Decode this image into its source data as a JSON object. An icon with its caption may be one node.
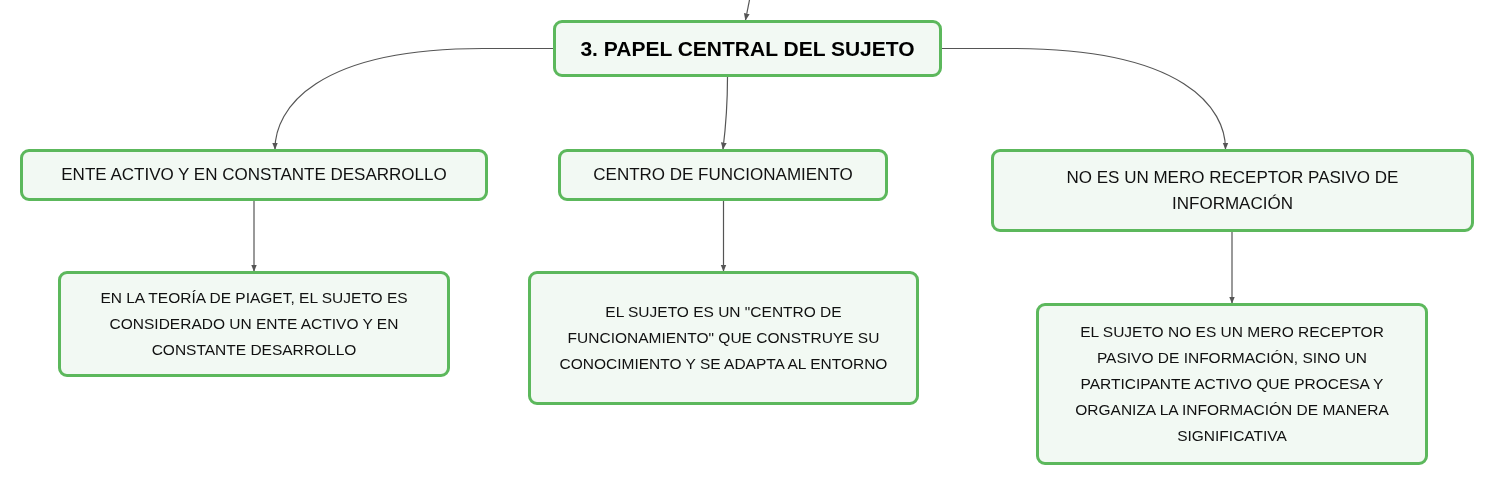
{
  "diagram": {
    "nodes": [
      {
        "text": [
          "3. PAPEL CENTRAL DEL SUJETO"
        ]
      },
      {
        "text": [
          "ENTE ACTIVO Y EN CONSTANTE DESARROLLO"
        ]
      },
      {
        "text": [
          "CENTRO DE FUNCIONAMIENTO"
        ]
      },
      {
        "text": [
          "NO ES UN MERO RECEPTOR PASIVO DE INFORMACIÓN"
        ]
      },
      {
        "text": [
          "EN LA TEORÍA DE PIAGET, EL SUJETO ES CONSIDERADO UN ENTE ACTIVO Y EN CONSTANTE DESARROLLO"
        ]
      },
      {
        "text": [
          "EL SUJETO ES UN \"CENTRO DE FUNCIONAMIENTO\" QUE CONSTRUYE SU CONOCIMIENTO Y SE ADAPTA AL ENTORNO"
        ]
      },
      {
        "text": [
          "EL SUJETO NO ES UN MERO RECEPTOR PASIVO DE INFORMACIÓN, SINO UN PARTICIPANTE ACTIVO QUE PROCESA Y ORGANIZA LA INFORMACIÓN DE MANERA SIGNIFICATIVA"
        ]
      }
    ],
    "edges": [
      {
        "from": null,
        "to": 0,
        "arrow": "to"
      },
      {
        "from": 0,
        "to": 1,
        "arrow": "to"
      },
      {
        "from": 0,
        "to": 2,
        "arrow": "to"
      },
      {
        "from": 0,
        "to": 3,
        "arrow": "to"
      },
      {
        "from": 1,
        "to": 4,
        "arrow": "to"
      },
      {
        "from": 2,
        "to": 5,
        "arrow": "to"
      },
      {
        "from": 3,
        "to": 6,
        "arrow": "to"
      }
    ]
  }
}
